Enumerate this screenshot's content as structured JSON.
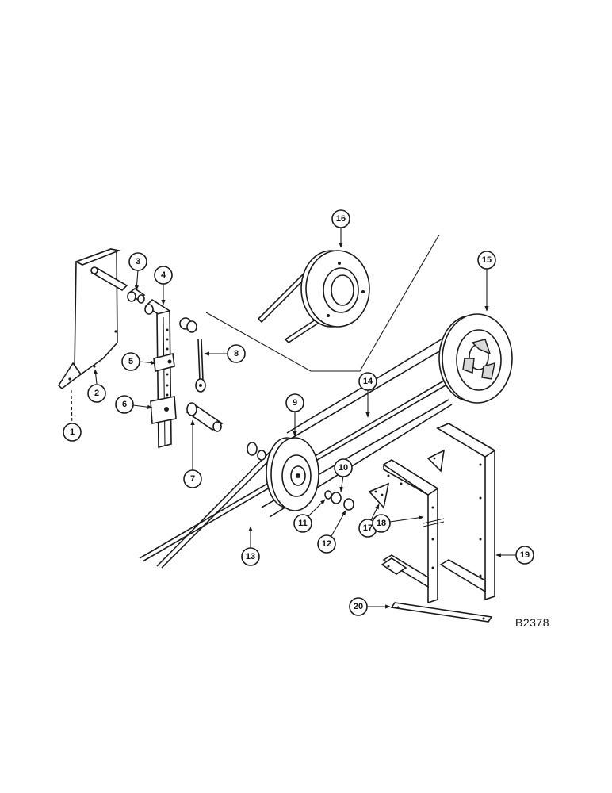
{
  "callouts": {
    "c1": "1",
    "c2": "2",
    "c3": "3",
    "c4": "4",
    "c5": "5",
    "c6": "6",
    "c7": "7",
    "c8": "8",
    "c9": "9",
    "c10": "10",
    "c11": "11",
    "c12": "12",
    "c13": "13",
    "c14": "14",
    "c15": "15",
    "c16": "16",
    "c17": "17",
    "c18": "18",
    "c19": "19",
    "c20": "20"
  },
  "drawing_code": "B2378"
}
